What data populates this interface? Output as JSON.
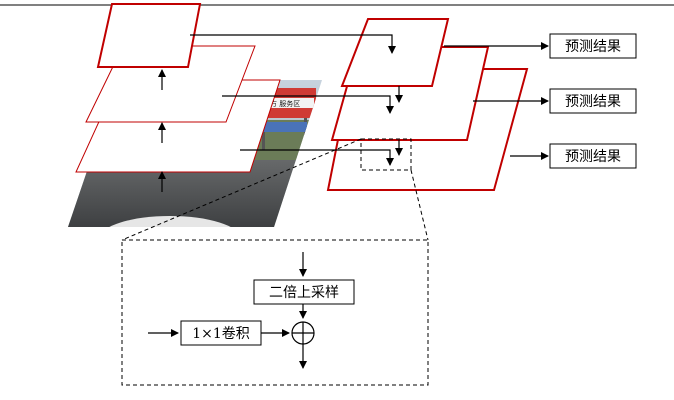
{
  "outputs": {
    "top_label": "预测结果",
    "mid_label": "预测结果",
    "bot_label": "预测结果"
  },
  "detail": {
    "upsample_label": "二倍上采样",
    "conv_label": "1×1卷积"
  },
  "photo": {
    "sign_text": "前方 服务区"
  },
  "colors": {
    "frame_red": "#c00000",
    "ink": "#000000"
  }
}
